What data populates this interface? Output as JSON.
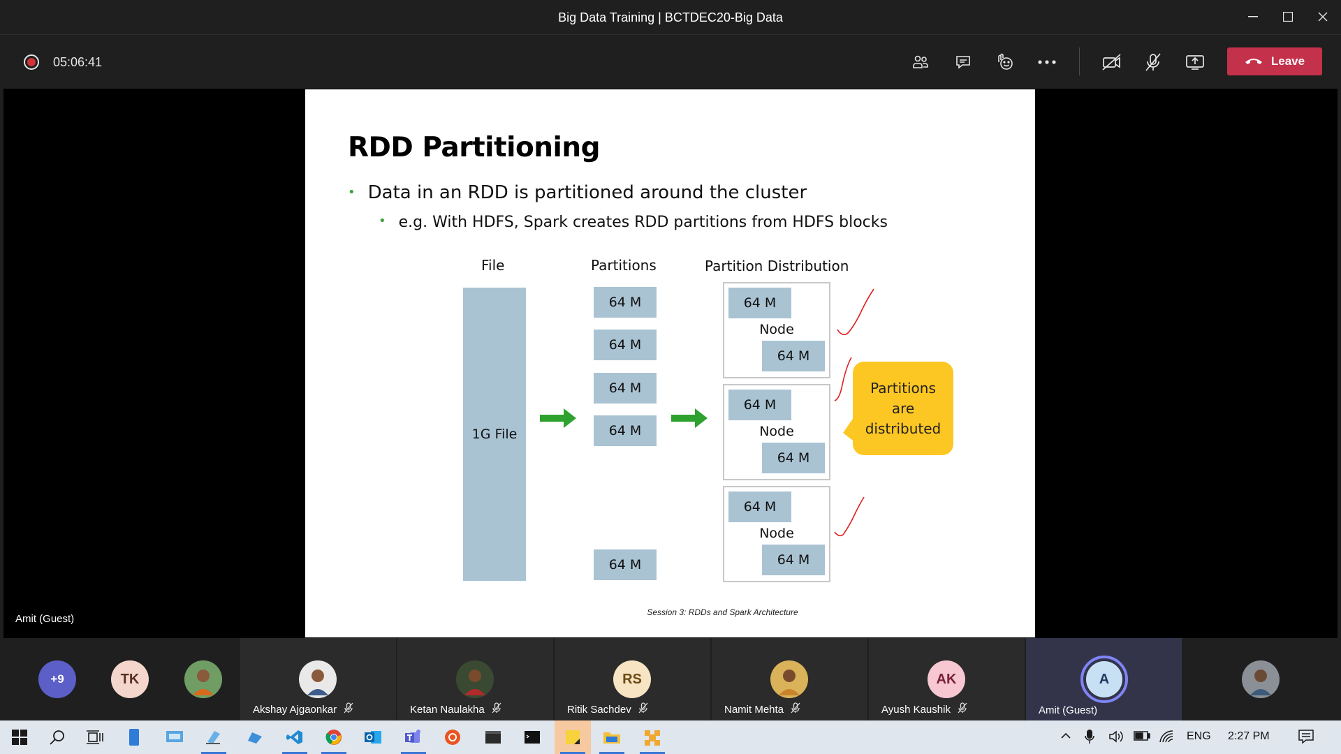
{
  "window": {
    "title": "Big Data Training | BCTDEC20-Big Data"
  },
  "toolbar": {
    "timer": "05:06:41",
    "leave_label": "Leave"
  },
  "presenter": {
    "name": "Amit (Guest)"
  },
  "slide": {
    "title": "RDD Partitioning",
    "bullet1": "Data in an RDD is partitioned around the cluster",
    "bullet2": "e.g. With HDFS, Spark creates RDD partitions from HDFS blocks",
    "col_file": "File",
    "col_partitions": "Partitions",
    "col_distribution": "Partition Distribution",
    "file_label": "1G File",
    "block_label": "64 M",
    "node_label": "Node",
    "callout": [
      "Partitions",
      "are",
      "distributed"
    ],
    "footer": "Session 3: RDDs and Spark Architecture"
  },
  "participants": {
    "overflow": "+9",
    "tk_initials": "TK",
    "people": [
      {
        "name": "Akshay Ajgaonkar"
      },
      {
        "name": "Ketan Naulakha"
      },
      {
        "name": "Ritik Sachdev",
        "initials": "RS"
      },
      {
        "name": "Namit Mehta"
      },
      {
        "name": "Ayush Kaushik",
        "initials": "AK"
      },
      {
        "name": "Amit (Guest)",
        "initials": "A"
      }
    ]
  },
  "taskbar": {
    "lang": "ENG",
    "time": "2:27 PM"
  },
  "colors": {
    "leave": "#c4314b",
    "slide_block": "#a9c3d3",
    "arrow": "#2ea12e",
    "callout": "#fdc723",
    "check": "#e02020"
  }
}
